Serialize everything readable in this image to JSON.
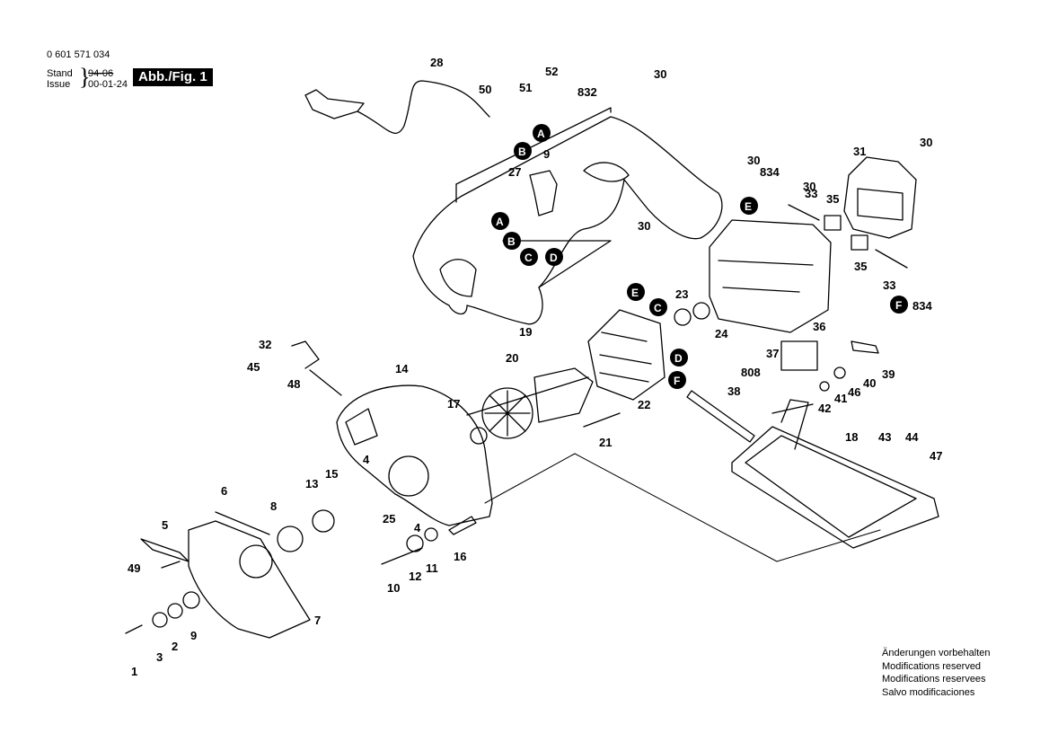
{
  "header": {
    "part_number": "0 601 571 034",
    "stand_label": "Stand",
    "issue_label": "Issue",
    "stand_value": "94-06",
    "issue_value": "00-01-24",
    "figure_label": "Abb./Fig. 1"
  },
  "notes": [
    "Änderungen vorbehalten",
    "Modifications reserved",
    "Modifications reservees",
    "Salvo modificaciones"
  ],
  "part_labels": [
    "1",
    "2",
    "3",
    "4",
    "4",
    "5",
    "6",
    "7",
    "8",
    "9",
    "9",
    "10",
    "11",
    "12",
    "13",
    "14",
    "15",
    "16",
    "17",
    "18",
    "19",
    "20",
    "21",
    "22",
    "23",
    "24",
    "25",
    "27",
    "28",
    "30",
    "30",
    "30",
    "30",
    "30",
    "31",
    "32",
    "33",
    "33",
    "35",
    "35",
    "36",
    "37",
    "38",
    "39",
    "40",
    "41",
    "42",
    "43",
    "44",
    "45",
    "46",
    "47",
    "48",
    "49",
    "50",
    "51",
    "52",
    "808",
    "832",
    "834",
    "834"
  ],
  "key_markers": [
    "A",
    "B",
    "A",
    "B",
    "C",
    "D",
    "E",
    "C",
    "D",
    "F",
    "E",
    "F"
  ],
  "colors": {
    "ink": "#000000",
    "paper": "#ffffff"
  }
}
